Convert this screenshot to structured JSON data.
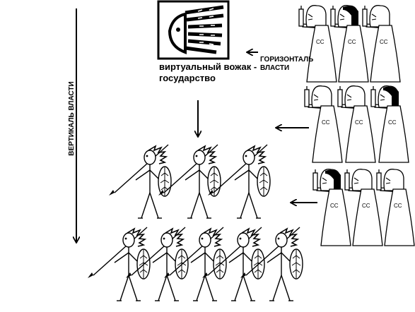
{
  "labels": {
    "leader": "виртуальный вожак - государство",
    "horizontal": "ГОРИЗОНТАЛЬ ВЛАСТИ",
    "vertical": "ВЕРТИКАЛЬ ВЛАСТИ",
    "sleeve_mark": "СС"
  },
  "colors": {
    "ink": "#000000",
    "paper": "#ffffff"
  },
  "figures": {
    "priest_rows": [
      3,
      3,
      3
    ],
    "warrior_rows": [
      3,
      5
    ]
  }
}
